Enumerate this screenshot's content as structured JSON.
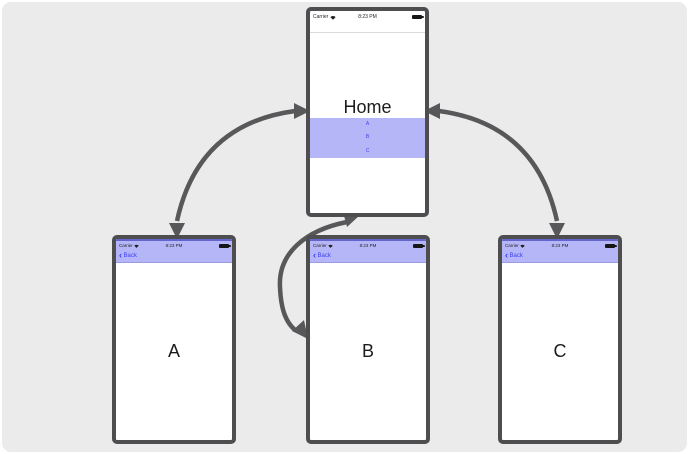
{
  "colors": {
    "background": "#ebebeb",
    "phone_frame": "#4e4e50",
    "header_lavender": "#b5b6f7",
    "header_top_strip": "#6365cd",
    "link_blue": "#3d3df2",
    "arrow": "#58585a"
  },
  "status_bar": {
    "carrier": "Carrier",
    "time": "8:23 PM",
    "wifi_icon": "wifi-icon",
    "battery_icon": "battery-icon"
  },
  "home": {
    "title": "Home",
    "menu_items": [
      "A",
      "B",
      "C"
    ]
  },
  "screens": [
    {
      "back_chevron": "‹",
      "back_label": "Back",
      "title": "A"
    },
    {
      "back_chevron": "‹",
      "back_label": "Back",
      "title": "B"
    },
    {
      "back_chevron": "‹",
      "back_label": "Back",
      "title": "C"
    }
  ],
  "connections": [
    {
      "from": "Home",
      "to": "A",
      "style": "curved",
      "bidirectional": true
    },
    {
      "from": "Home",
      "to": "C",
      "style": "curved",
      "bidirectional": true
    },
    {
      "from": "Home",
      "to": "B",
      "style": "curved",
      "bidirectional": true
    }
  ]
}
